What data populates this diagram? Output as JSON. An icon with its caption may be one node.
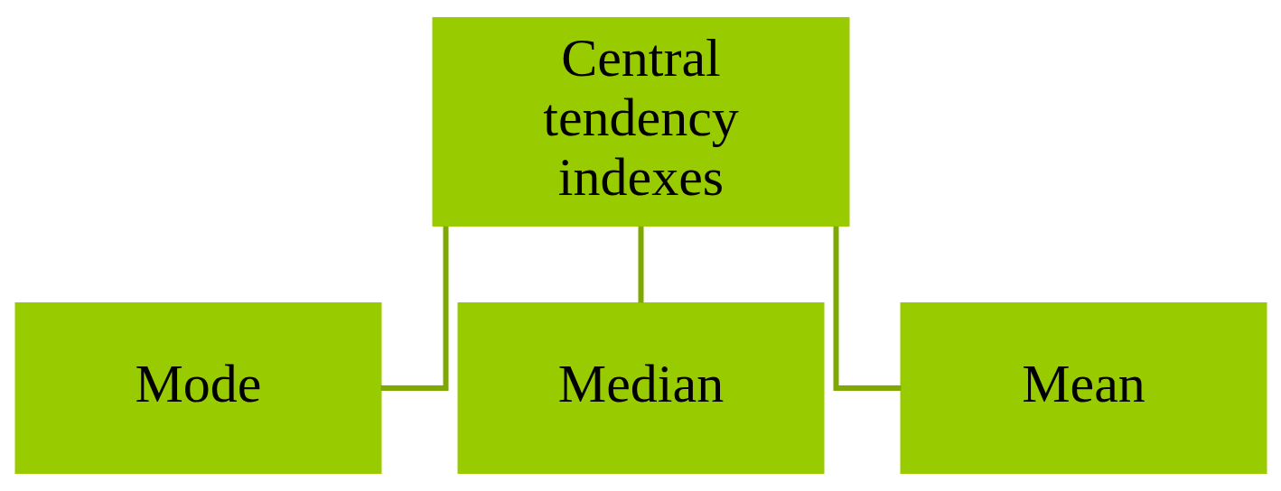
{
  "diagram": {
    "nodes": [
      {
        "text": [
          "Central tendency indexes"
        ]
      },
      {
        "text": [
          "Mode"
        ]
      },
      {
        "text": [
          "Median"
        ]
      },
      {
        "text": [
          "Mean"
        ]
      }
    ],
    "edges": [
      {
        "from": 0,
        "to": 1,
        "arrow": "none"
      },
      {
        "from": 0,
        "to": 2,
        "arrow": "none"
      },
      {
        "from": 0,
        "to": 3,
        "arrow": "none"
      }
    ]
  }
}
